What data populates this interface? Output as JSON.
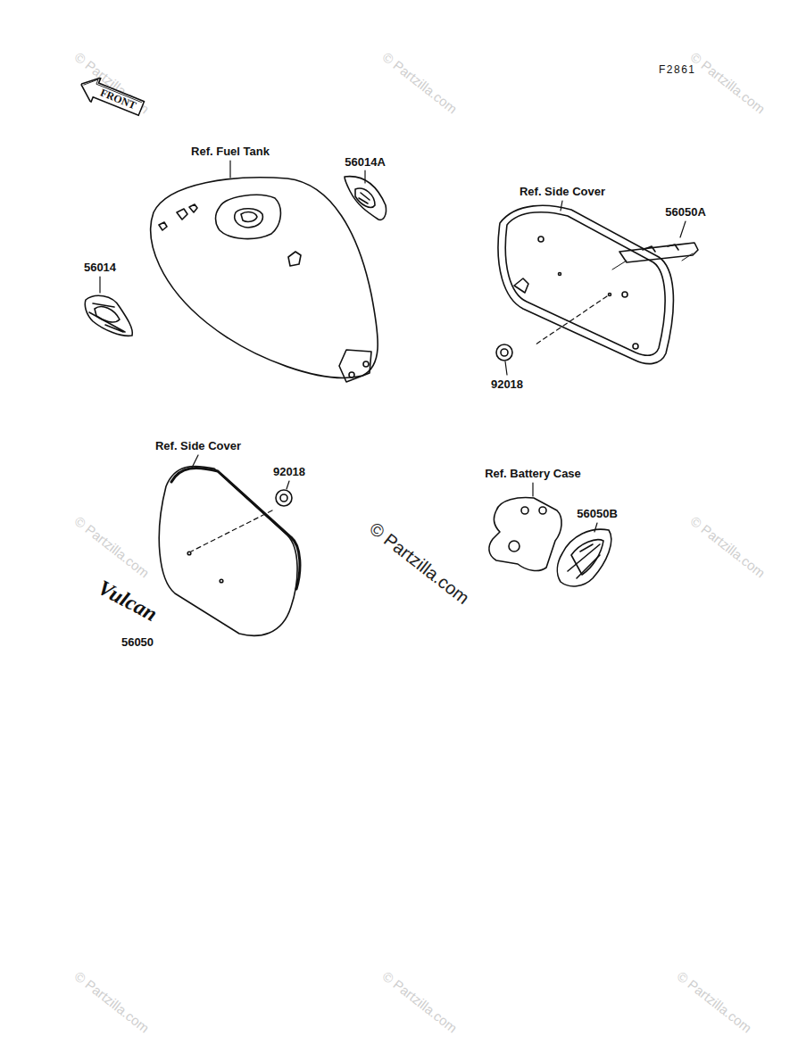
{
  "diagram": {
    "nodes": [
      {
        "text": [
          "FRONT"
        ]
      }
    ],
    "labels": [
      "F2861",
      "Ref. Fuel Tank",
      "56014A",
      "Ref. Side Cover",
      "56050A",
      "56014",
      "92018",
      "Ref. Side Cover",
      "92018",
      "Ref. Battery Case",
      "56050B",
      "56050",
      "Vulcan",
      "© Partzilla.com",
      "© Partzilla.com",
      "© Partzilla.com",
      "© Partzilla.com",
      "© Partzilla.com",
      "© Partzilla.com",
      "© Partzilla.com",
      "© Partzilla.com",
      "© Partzilla.com"
    ]
  }
}
